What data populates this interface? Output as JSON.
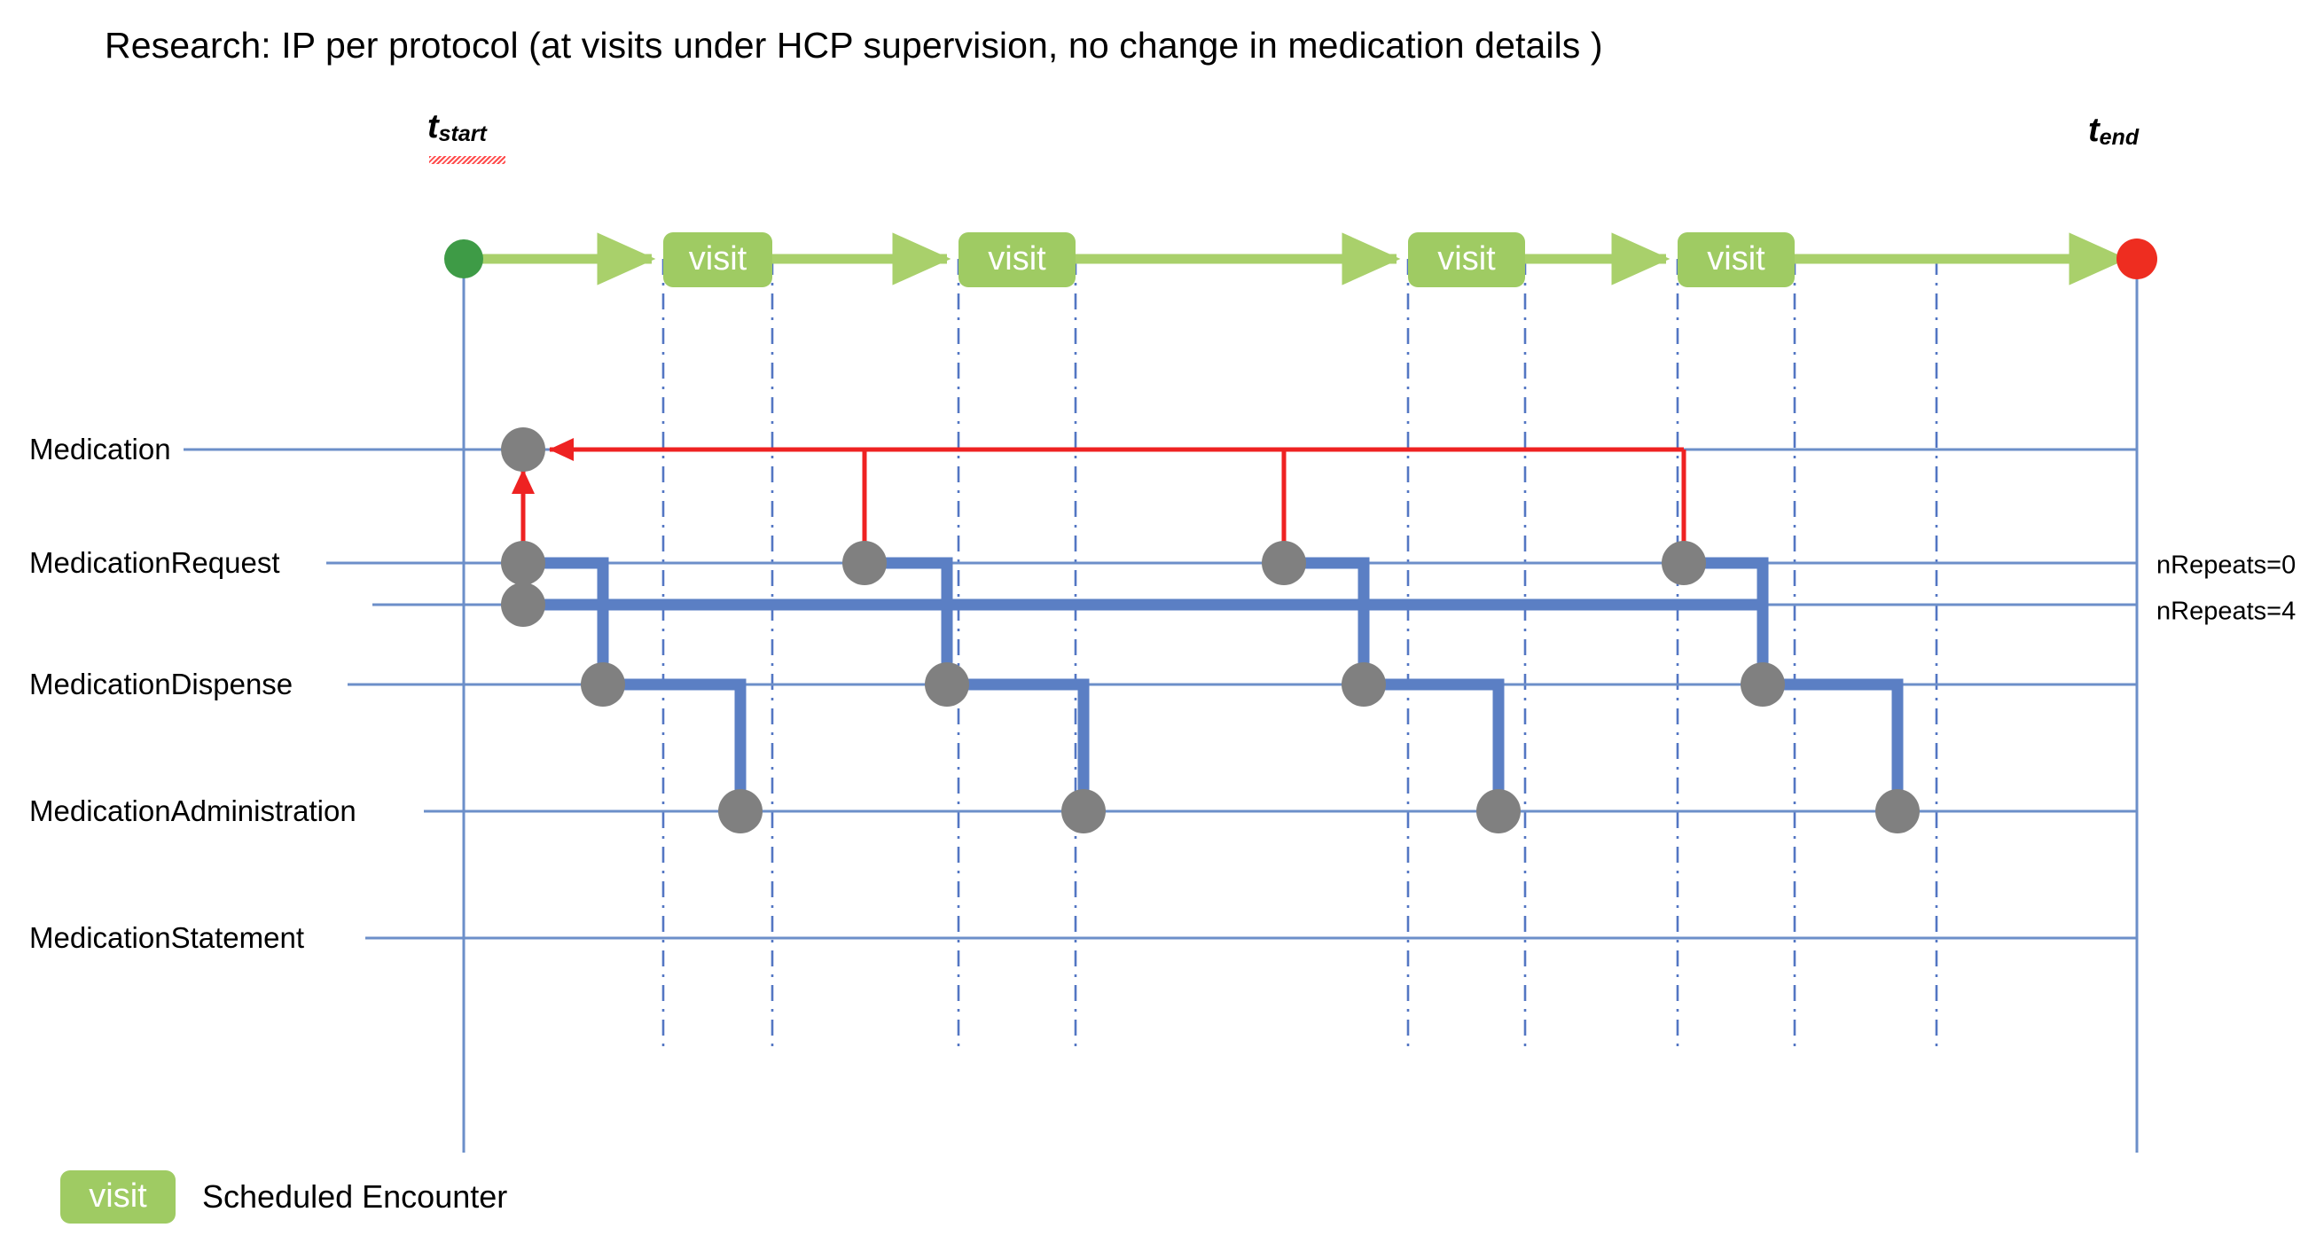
{
  "title": "Research: IP per protocol (at visits under HCP supervision, no change in medication details )",
  "timeline": {
    "start_label": "t",
    "start_sub": "start",
    "end_label": "t",
    "end_sub": "end",
    "start_marker": "start-node-green",
    "end_marker": "end-node-red"
  },
  "visits": [
    {
      "label": "visit"
    },
    {
      "label": "visit"
    },
    {
      "label": "visit"
    },
    {
      "label": "visit"
    }
  ],
  "rows": [
    {
      "label": "Medication"
    },
    {
      "label": "MedicationRequest"
    },
    {
      "label": "MedicationDispense"
    },
    {
      "label": "MedicationAdministration"
    },
    {
      "label": "MedicationStatement"
    }
  ],
  "annotations": [
    {
      "label": "nRepeats=0"
    },
    {
      "label": "nRepeats=4"
    }
  ],
  "legend": {
    "swatch_label": "visit",
    "text": "Scheduled Encounter"
  },
  "colors": {
    "visit_green": "#9FCB63",
    "arrow_green": "#A9D06B",
    "start_dot": "#3E9B46",
    "end_dot": "#EE2D20",
    "event_dot": "#808080",
    "connector_blue": "#5B7FC4",
    "grid_blue": "#6C8FC9",
    "reference_red": "#EE2222"
  },
  "chart_data": {
    "type": "timeline",
    "title": "Research: IP per protocol (at visits under HCP supervision, no change in medication details )",
    "x_axis": {
      "start": "t_start",
      "end": "t_end"
    },
    "lanes": [
      "Medication",
      "MedicationRequest",
      "MedicationDispense",
      "MedicationAdministration",
      "MedicationStatement"
    ],
    "encounters": [
      {
        "label": "visit",
        "index": 1
      },
      {
        "label": "visit",
        "index": 2
      },
      {
        "label": "visit",
        "index": 3
      },
      {
        "label": "visit",
        "index": 4
      }
    ],
    "events": [
      {
        "lane": "Medication",
        "cycle": 0
      },
      {
        "lane": "MedicationRequest",
        "cycle": 0
      },
      {
        "lane": "MedicationRequest",
        "cycle": 0,
        "variant": "nRepeats=4"
      },
      {
        "lane": "MedicationDispense",
        "cycle": 0
      },
      {
        "lane": "MedicationAdministration",
        "cycle": 0
      },
      {
        "lane": "MedicationRequest",
        "cycle": 1
      },
      {
        "lane": "MedicationDispense",
        "cycle": 1
      },
      {
        "lane": "MedicationAdministration",
        "cycle": 1
      },
      {
        "lane": "MedicationRequest",
        "cycle": 2
      },
      {
        "lane": "MedicationDispense",
        "cycle": 2
      },
      {
        "lane": "MedicationAdministration",
        "cycle": 2
      },
      {
        "lane": "MedicationRequest",
        "cycle": 3
      },
      {
        "lane": "MedicationDispense",
        "cycle": 3
      },
      {
        "lane": "MedicationAdministration",
        "cycle": 3
      }
    ],
    "references": [
      {
        "from": "MedicationRequest",
        "to": "Medication",
        "count": 4,
        "style": "red-arrow"
      }
    ],
    "annotations": [
      "nRepeats=0",
      "nRepeats=4"
    ],
    "legend": [
      {
        "swatch": "#9FCB63",
        "label": "visit",
        "meaning": "Scheduled Encounter"
      }
    ]
  }
}
